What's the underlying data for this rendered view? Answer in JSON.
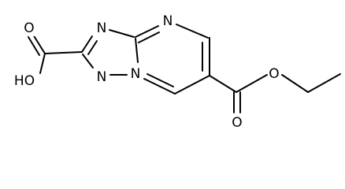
{
  "molecule": {
    "atoms": {
      "ho": "HO",
      "o_carbonyl_left": "O",
      "n_ring_top": "N",
      "n_pyrimidine_top": "N",
      "n_ring_bottom_left": "N",
      "n_bridge": "N",
      "o_ester": "O",
      "o_carbonyl_bottom": "O"
    }
  }
}
